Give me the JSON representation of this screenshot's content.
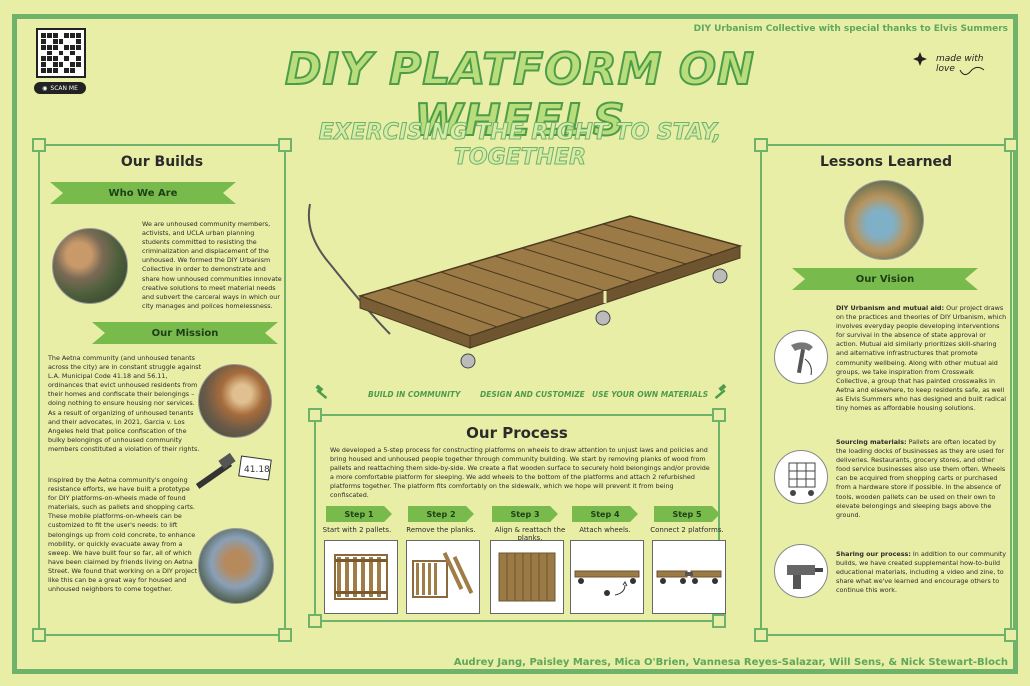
{
  "header": {
    "title": "DIY PLATFORM ON WHEELS",
    "subtitle": "EXERCISING THE RIGHT TO STAY, TOGETHER",
    "credit": "DIY Urbanism Collective with special thanks to Elvis Summers",
    "made_with": "made with love",
    "scan_label": "SCAN ME"
  },
  "left_panel": {
    "title": "Our Builds",
    "who_we_are": {
      "heading": "Who We Are",
      "text": "We are unhoused community members, activists, and UCLA urban planning students committed to resisting the criminalization and displacement of the unhoused. We formed the DIY Urbanism Collective in order to demonstrate and share how unhoused communities innovate creative solutions to meet material needs and subvert the carceral ways in which our city manages and polices homelessness."
    },
    "mission": {
      "heading": "Our Mission",
      "text1": "The Aetna community (and unhoused tenants across the city) are in constant struggle against L.A. Municipal Code 41.18 and 56.11, ordinances that evict unhoused residents from their homes and confiscate their belongings – doing nothing to ensure housing nor services. As a result of organizing of unhoused tenants and their advocates, in 2021, Garcia v. Los Angeles held that police confiscation of the bulky belongings of unhoused community members constituted a violation of their rights.",
      "text2": "Inspired by the Aetna community's ongoing resistance efforts, we have built a prototype for DIY platforms-on-wheels made of found materials, such as pallets and shopping carts. These mobile platforms-on-wheels can be customized to fit the user's needs: to lift belongings up from cold concrete, to enhance mobility, or quickly evacuate away from a sweep. We have built four so far, all of which have been claimed by friends living on Aetna Street. We found that working on a DIY project like this can be a great way for housed and unhoused neighbors to come together.",
      "sign_text": "41.18"
    }
  },
  "center": {
    "features": [
      "BUILD IN COMMUNITY",
      "DESIGN AND CUSTOMIZE",
      "USE YOUR OWN MATERIALS"
    ],
    "process": {
      "title": "Our Process",
      "text": "We developed a 5-step process for constructing platforms on wheels to draw attention to unjust laws and policies and bring housed and unhoused people together through community building. We start by removing planks of wood from pallets and reattaching them side-by-side. We create a flat wooden surface to securely hold belongings and/or provide a more comfortable platform for sleeping. We add wheels to the bottom of the platforms and attach 2 refurbished platforms together. The platform fits comfortably on the sidewalk, which we hope will prevent it from being confiscated.",
      "steps": [
        {
          "label": "Step 1",
          "caption": "Start with 2 pallets."
        },
        {
          "label": "Step 2",
          "caption": "Remove the planks."
        },
        {
          "label": "Step 3",
          "caption": "Align & reattach the planks."
        },
        {
          "label": "Step 4",
          "caption": "Attach wheels."
        },
        {
          "label": "Step 5",
          "caption": "Connect 2 platforms."
        }
      ]
    }
  },
  "right_panel": {
    "title": "Lessons Learned",
    "vision_heading": "Our Vision",
    "items": [
      {
        "lead": "DIY Urbanism and mutual aid:",
        "text": " Our project draws on the practices and theories of DIY Urbanism, which involves everyday people developing interventions for survival in the absence of state approval or action. Mutual aid similarly prioritizes skill-sharing and alternative infrastructures that promote community wellbeing. Along with other mutual aid groups, we take inspiration from Crosswalk Collective, a group that has painted crosswalks in Aetna and elsewhere, to keep residents safe, as well as Elvis Summers who has designed and built radical tiny homes as affordable housing solutions."
      },
      {
        "lead": "Sourcing materials:",
        "text": " Pallets are often located by the loading docks of businesses as they are used for deliveries. Restaurants, grocery stores, and other food service businesses also use them often. Wheels can be acquired from shopping carts or purchased from a hardware store if possible. In the absence of tools, wooden pallets can be used on their own to elevate belongings and sleeping bags above the ground."
      },
      {
        "lead": "Sharing our process:",
        "text": " In addition to our community builds, we have created supplemental how-to-build educational materials, including a video and zine, to share what we've learned and encourage others to continue this work."
      }
    ]
  },
  "footer": {
    "authors": "Audrey Jang, Paisley Mares, Mica O'Brien, Vannesa Reyes-Salazar, Will Sens, & Nick Stewart-Bloch"
  },
  "colors": {
    "background": "#e8eea6",
    "accent": "#6fb36a",
    "banner": "#78bb4c",
    "wood": "#8a6a3c"
  }
}
